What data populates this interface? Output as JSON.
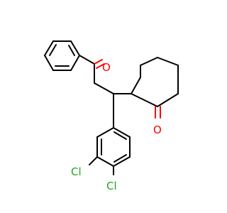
{
  "molecule": {
    "atoms": {
      "ketone_oxygen_1": "O",
      "ketone_oxygen_2": "O",
      "chlorine_1": "Cl",
      "chlorine_2": "Cl"
    },
    "colors": {
      "bond": "#000000",
      "oxygen": "#ff0000",
      "chlorine": "#1fa81f",
      "background": "#ffffff"
    }
  }
}
